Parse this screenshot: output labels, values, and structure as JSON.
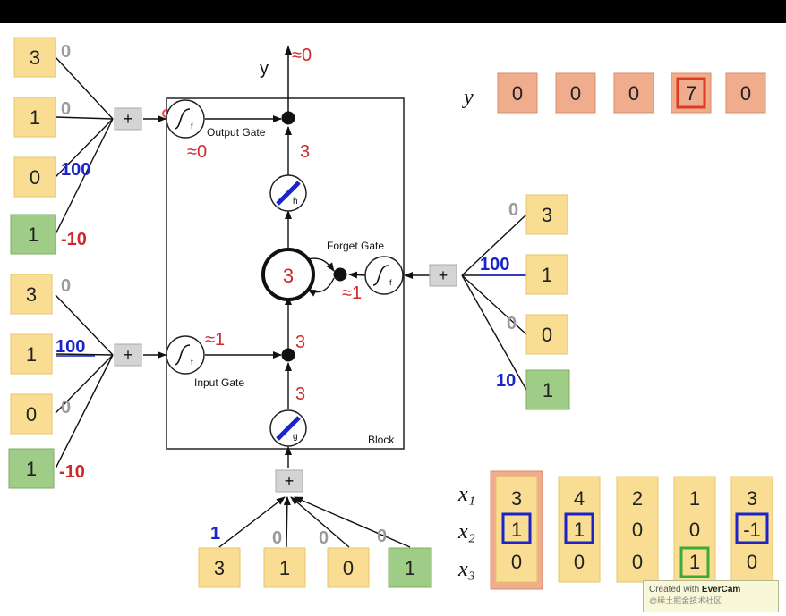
{
  "colors": {
    "yellow_fill": "#f9dd92",
    "yellow_stroke": "#e6c56a",
    "green_fill": "#9fcc86",
    "green_stroke": "#7fae66",
    "salmon_fill": "#f0ad8d",
    "salmon_stroke": "#d88c6a",
    "weight_gray": "#9a9a9a",
    "weight_red": "#cc2a2a",
    "weight_blue": "#1a24c8",
    "highlight_red": "#e03a22",
    "highlight_blue": "#1a24c8",
    "highlight_green": "#3aaa3a"
  },
  "top_output": {
    "label": "y",
    "value": "≈0"
  },
  "output_gate": {
    "inputs": [
      "3",
      "1",
      "0",
      "1"
    ],
    "weights": [
      "0",
      "0",
      "100",
      "-10"
    ],
    "plus": "+",
    "activation": "f",
    "label": "Output Gate",
    "value": "≈0",
    "mult_value": "3"
  },
  "input_gate": {
    "inputs": [
      "3",
      "1",
      "0",
      "1"
    ],
    "weights": [
      "0",
      "100",
      "0",
      "-10"
    ],
    "plus": "+",
    "activation": "f",
    "label": "Input Gate",
    "value": "≈1"
  },
  "forget_gate": {
    "inputs": [
      "3",
      "1",
      "0",
      "1"
    ],
    "weights": [
      "0",
      "100",
      "0",
      "10"
    ],
    "plus": "+",
    "activation": "f",
    "label": "Forget Gate",
    "value": "≈1"
  },
  "cell": {
    "memory": "3",
    "h_label": "h",
    "g_label": "g",
    "h_out": "3",
    "mult_out": "3",
    "g_out": "3",
    "block_label": "Block"
  },
  "input_node": {
    "inputs": [
      "3",
      "1",
      "0",
      "1"
    ],
    "weights": [
      "1",
      "0",
      "0",
      "0"
    ],
    "plus": "+"
  },
  "y_sequence": {
    "label": "y",
    "values": [
      "0",
      "0",
      "0",
      "7",
      "0"
    ],
    "highlighted_index": 3
  },
  "x_sequence": {
    "row_labels": [
      "x₁",
      "x₂",
      "x₃"
    ],
    "columns": [
      {
        "x1": "3",
        "x2": "1",
        "x3": "0"
      },
      {
        "x1": "4",
        "x2": "1",
        "x3": "0"
      },
      {
        "x1": "2",
        "x2": "0",
        "x3": "0"
      },
      {
        "x1": "1",
        "x2": "0",
        "x3": "1"
      },
      {
        "x1": "3",
        "x2": "-1",
        "x3": "0"
      }
    ],
    "current_column": 0
  },
  "watermark": {
    "prefix": "Created with",
    "brand": "EverCam",
    "sub": "@稀土掘金技术社区"
  }
}
